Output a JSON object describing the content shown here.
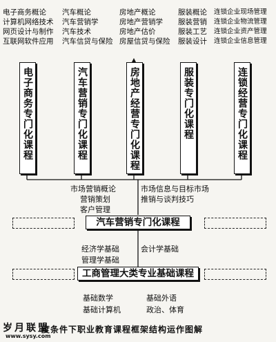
{
  "specialized_programs": [
    {
      "title": "电子商务专门化课程",
      "courses": [
        "电子商务概论",
        "计算机网络技术",
        "网页设计与制作",
        "互联网软件应用"
      ]
    },
    {
      "title": "汽车营销专门化课程",
      "courses": [
        "汽车概论",
        "汽车营销学",
        "汽车技术",
        "汽车信贷与保险"
      ]
    },
    {
      "title": "房地产经营专门化课程",
      "courses": [
        "房地产概论",
        "房地产营销学",
        "房地产估价",
        "房屋信贷与保险"
      ]
    },
    {
      "title": "服装专门化课程",
      "courses": [
        "服装概论",
        "服装营销",
        "服装工艺",
        "服装设计"
      ]
    },
    {
      "title": "连锁经营专门化课程",
      "courses": [
        "连锁企业现场管理",
        "连锁企业物流管理",
        "连锁企业资产管理",
        "连锁企业信息管理"
      ]
    }
  ],
  "focus_courses_left": [
    "市场营销概论",
    "营销策划",
    "客户管理"
  ],
  "focus_courses_right": [
    "市场信息与目标市场",
    "推销与谈判技巧"
  ],
  "focus_program": "汽车营销专门化课程",
  "foundation_courses_left": [
    "经济学基础",
    "管理学基础"
  ],
  "foundation_courses_right": "会计学基础",
  "foundation_program": "工商管理大类专业基础课程",
  "basic_courses": [
    "基础数学",
    "基础外语",
    "基础计算机",
    "政治、体育"
  ],
  "watermark": {
    "name": "岁月联盟",
    "url": "www.sysy.com"
  },
  "caption": "度条件下职业教育课程框架结构运作图解"
}
